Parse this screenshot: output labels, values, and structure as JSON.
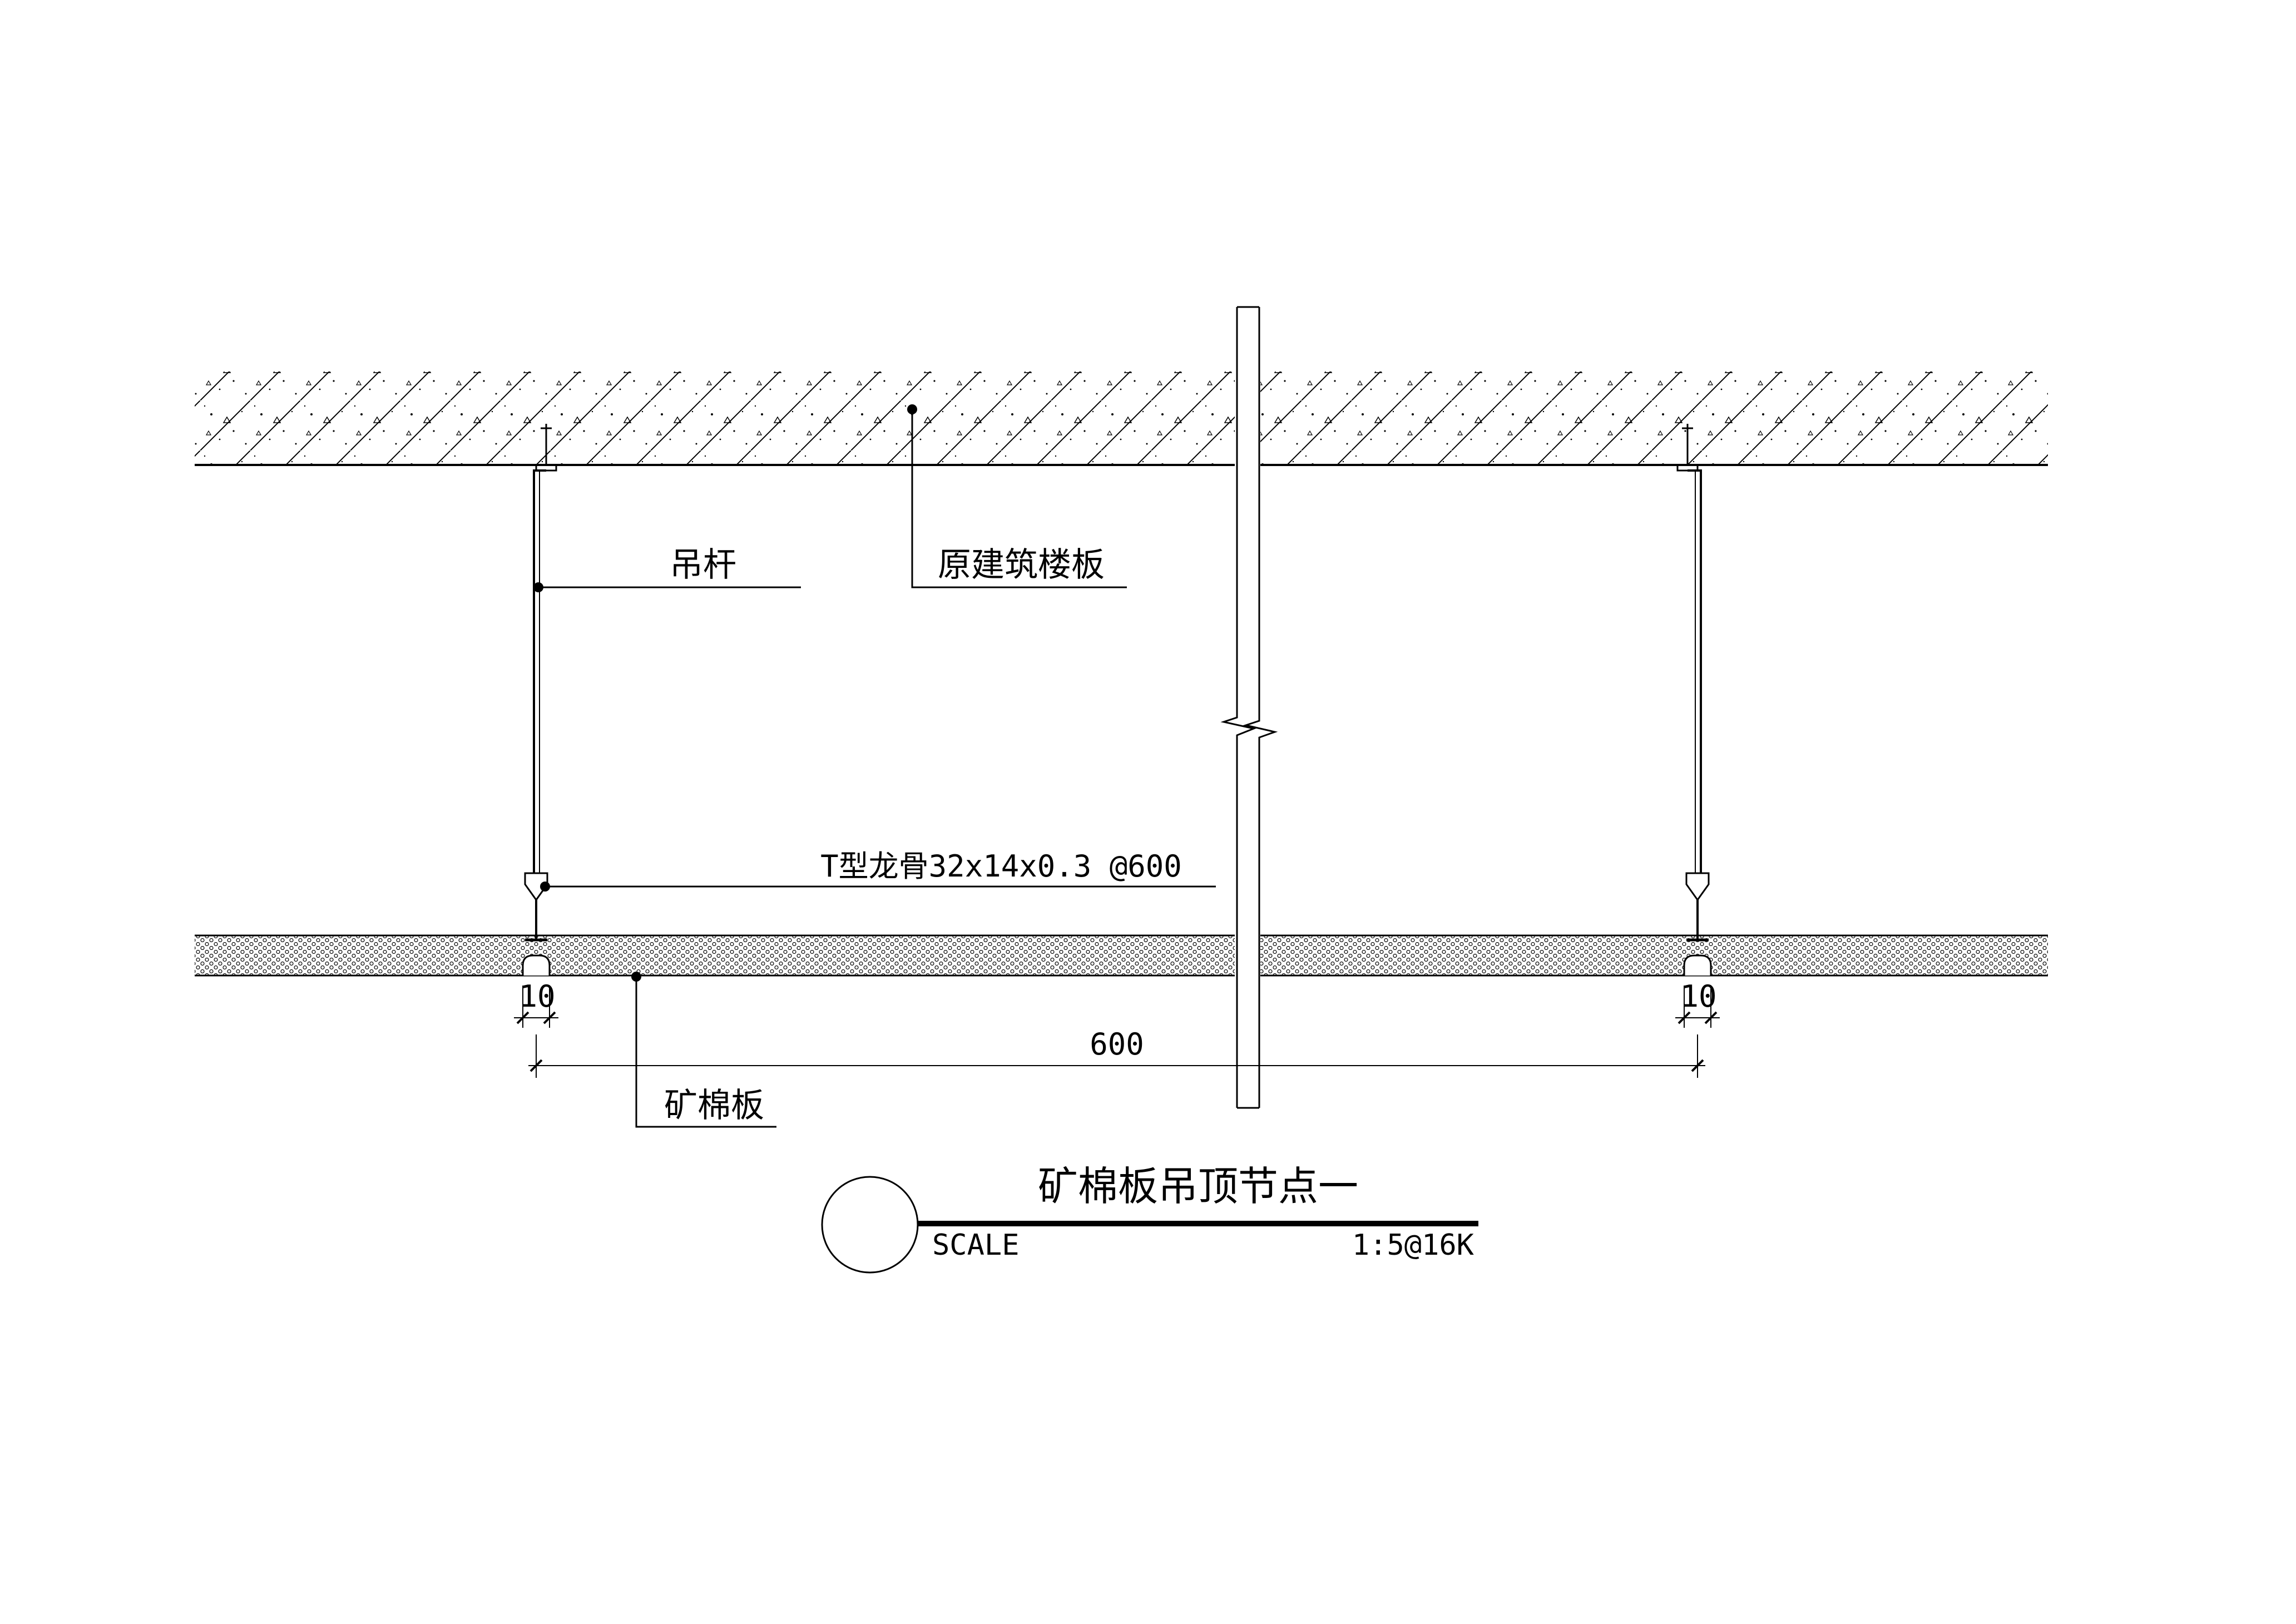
{
  "labels": {
    "hanger_rod": "吊杆",
    "building_slab": "原建筑楼板",
    "t_runner": "T型龙骨32x14x0.3 @600",
    "mineral_board": "矿棉板"
  },
  "dimensions": {
    "left_offset": "10",
    "right_offset": "10",
    "span": "600"
  },
  "title_block": {
    "title": "矿棉板吊顶节点一",
    "scale_label": "SCALE",
    "scale_value": "1:5@16K"
  },
  "colors": {
    "line": "#000000",
    "background": "#ffffff"
  }
}
